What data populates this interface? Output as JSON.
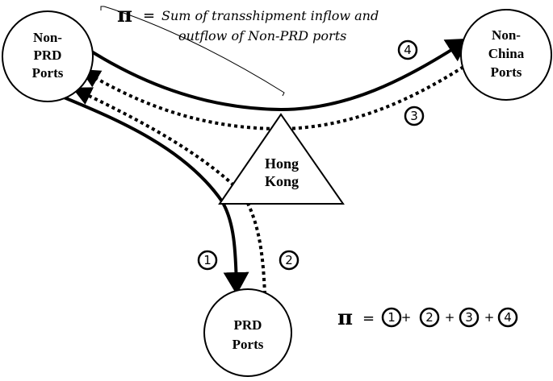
{
  "nodes": {
    "non_prd": [
      "Non-",
      "PRD",
      "Ports"
    ],
    "non_china": [
      "Non-",
      "China",
      "Ports"
    ],
    "prd": [
      "PRD",
      "Ports"
    ],
    "hong_kong": [
      "Hong",
      "Kong"
    ]
  },
  "definition": {
    "symbol": "π",
    "equals": "=",
    "text_line1": "Sum of transshipment inflow and",
    "text_line2": "outflow of Non-PRD ports"
  },
  "flows": [
    {
      "id": "1",
      "label": "1",
      "style": "solid",
      "direction": "to PRD Ports"
    },
    {
      "id": "2",
      "label": "2",
      "style": "dotted",
      "direction": "to Non-PRD Ports"
    },
    {
      "id": "3",
      "label": "3",
      "style": "dotted",
      "direction": "to Non-PRD Ports"
    },
    {
      "id": "4",
      "label": "4",
      "style": "solid",
      "direction": "to Non-China Ports"
    }
  ],
  "formula": {
    "symbol": "π",
    "equals": "=",
    "terms": [
      "1",
      "2",
      "3",
      "4"
    ],
    "plus": "+"
  }
}
